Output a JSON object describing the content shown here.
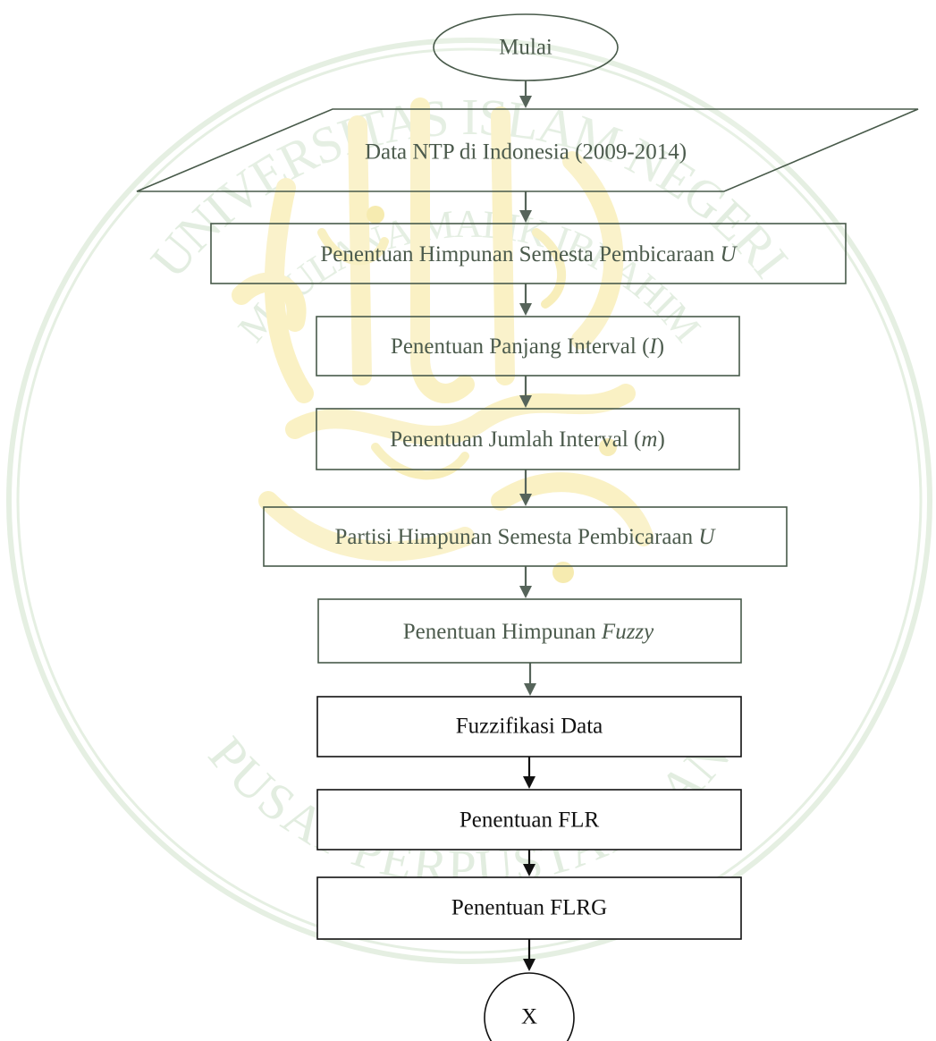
{
  "watermark": {
    "ring_upper": "UNIVERSITAS ISLAM NEGERI",
    "ring_inner": "MAULANA MALIK IBRAHIM",
    "ring_lower": "PUSAT PERPUSTAKAAN"
  },
  "flowchart": {
    "start": "Mulai",
    "input": "Data NTP di Indonesia (2009-2014)",
    "step_universe": {
      "text": "Penentuan Himpunan Semesta Pembicaraan ",
      "math": "U"
    },
    "step_interval_length": {
      "text": "Penentuan Panjang Interval (",
      "math": "I",
      "suffix": ")"
    },
    "step_interval_count": {
      "text": "Penentuan Jumlah Interval (",
      "math": "m",
      "suffix": ")"
    },
    "step_partition": {
      "text": "Partisi Himpunan Semesta Pembicaraan ",
      "math": "U"
    },
    "step_fuzzy_sets": {
      "text": "Penentuan Himpunan ",
      "italic": "Fuzzy"
    },
    "step_fuzzification": "Fuzzifikasi Data",
    "step_flr": "Penentuan FLR",
    "step_flrg": "Penentuan FLRG",
    "connector": "X"
  },
  "colors": {
    "watermark_green": "#e2ede0",
    "watermark_gold": "#faf1c4",
    "flow_green": "#485a4a",
    "flow_black": "#111111"
  }
}
